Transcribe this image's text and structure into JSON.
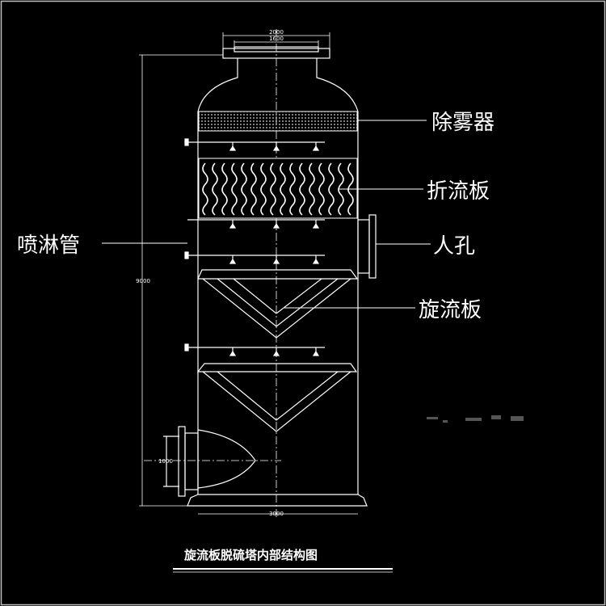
{
  "diagram": {
    "title": "旋流板脱硫塔内部结构图",
    "labels": {
      "demister": "除雾器",
      "baffle": "折流板",
      "spray_pipe": "喷淋管",
      "manhole": "人孔",
      "swirl_plate": "旋流板"
    },
    "dimensions": {
      "top_outer_width": "2000",
      "top_inner_width": "1600",
      "height": "9000",
      "inlet_size": "1000",
      "base_width": "3000"
    }
  }
}
